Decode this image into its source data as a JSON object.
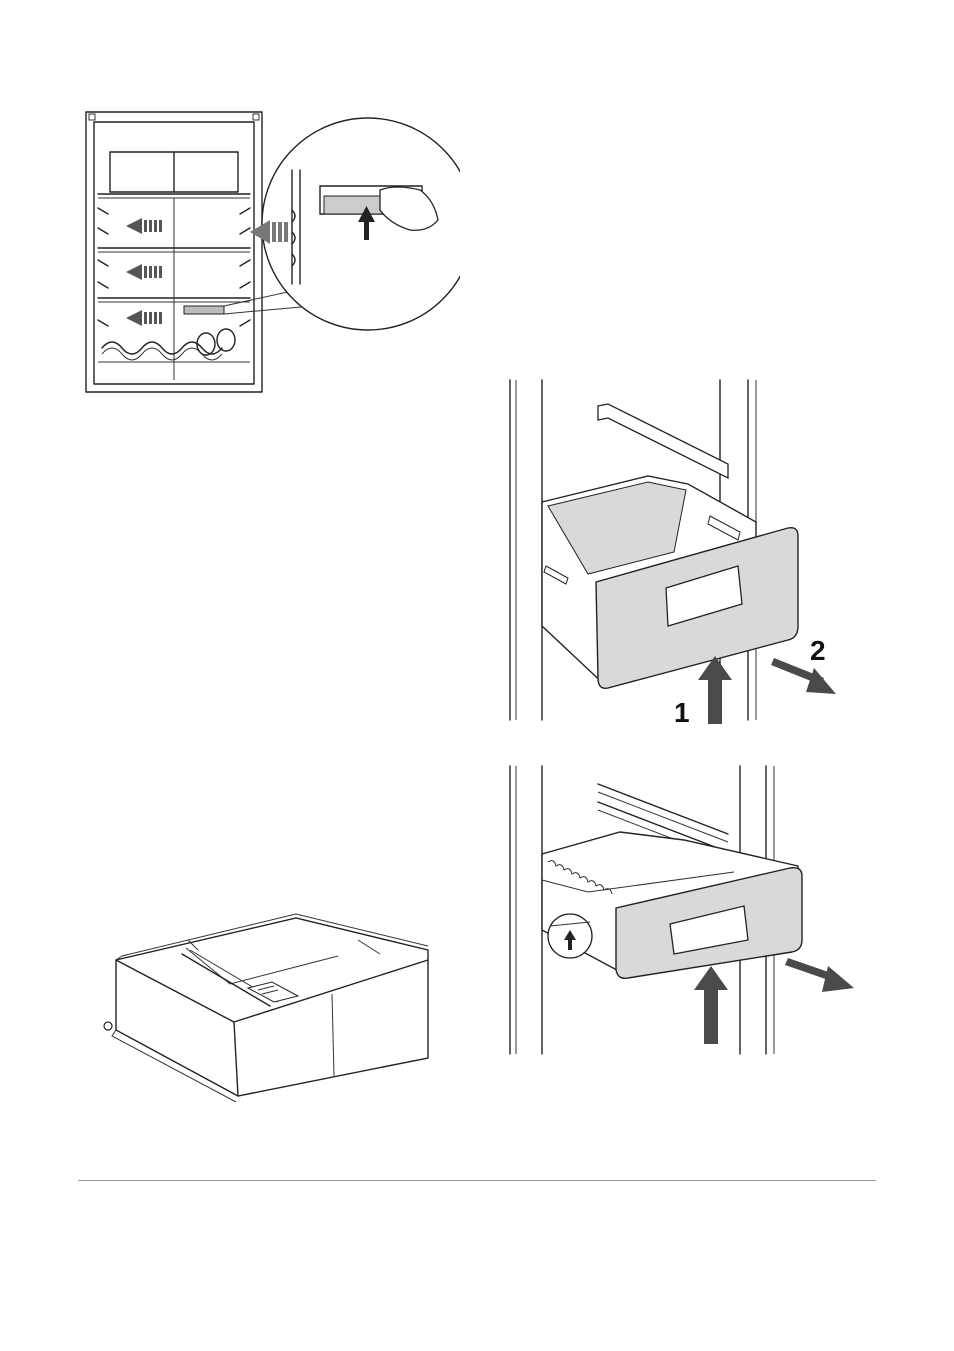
{
  "figures": {
    "fridge_shelves": {
      "icon": "fridge-shelf-removal-illustration"
    },
    "drawer_removal_top": {
      "step_1": "1",
      "step_2": "2",
      "icon": "drawer-removal-illustration"
    },
    "drawer_removal_bottom": {
      "icon": "drawer-lift-release-illustration"
    },
    "crisper_drawer": {
      "icon": "crisper-drawer-illustration"
    }
  },
  "colors": {
    "line": "#222222",
    "panel_grey": "#d9d9d9",
    "arrow": "#4a4a4a",
    "rule": "#9a9a9a"
  }
}
